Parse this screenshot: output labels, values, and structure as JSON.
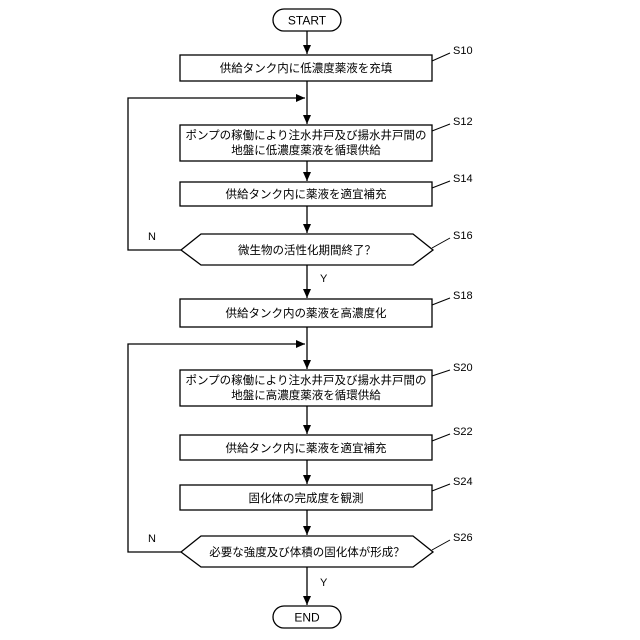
{
  "terminals": {
    "start": "START",
    "end": "END"
  },
  "steps": {
    "s10": {
      "tag": "S10",
      "text": "供給タンク内に低濃度薬液を充填"
    },
    "s12": {
      "tag": "S12",
      "line1": "ポンプの稼働により注水井戸及び揚水井戸間の",
      "line2": "地盤に低濃度薬液を循環供給"
    },
    "s14": {
      "tag": "S14",
      "text": "供給タンク内に薬液を適宜補充"
    },
    "s16": {
      "tag": "S16",
      "text": "微生物の活性化期間終了？",
      "no": "N",
      "yes": "Y"
    },
    "s18": {
      "tag": "S18",
      "text": "供給タンク内の薬液を高濃度化"
    },
    "s20": {
      "tag": "S20",
      "line1": "ポンプの稼働により注水井戸及び揚水井戸間の",
      "line2": "地盤に高濃度薬液を循環供給"
    },
    "s22": {
      "tag": "S22",
      "text": "供給タンク内に薬液を適宜補充"
    },
    "s24": {
      "tag": "S24",
      "text": "固化体の完成度を観測"
    },
    "s26": {
      "tag": "S26",
      "text": "必要な強度及び体積の固化体が形成？",
      "no": "N",
      "yes": "Y"
    }
  }
}
